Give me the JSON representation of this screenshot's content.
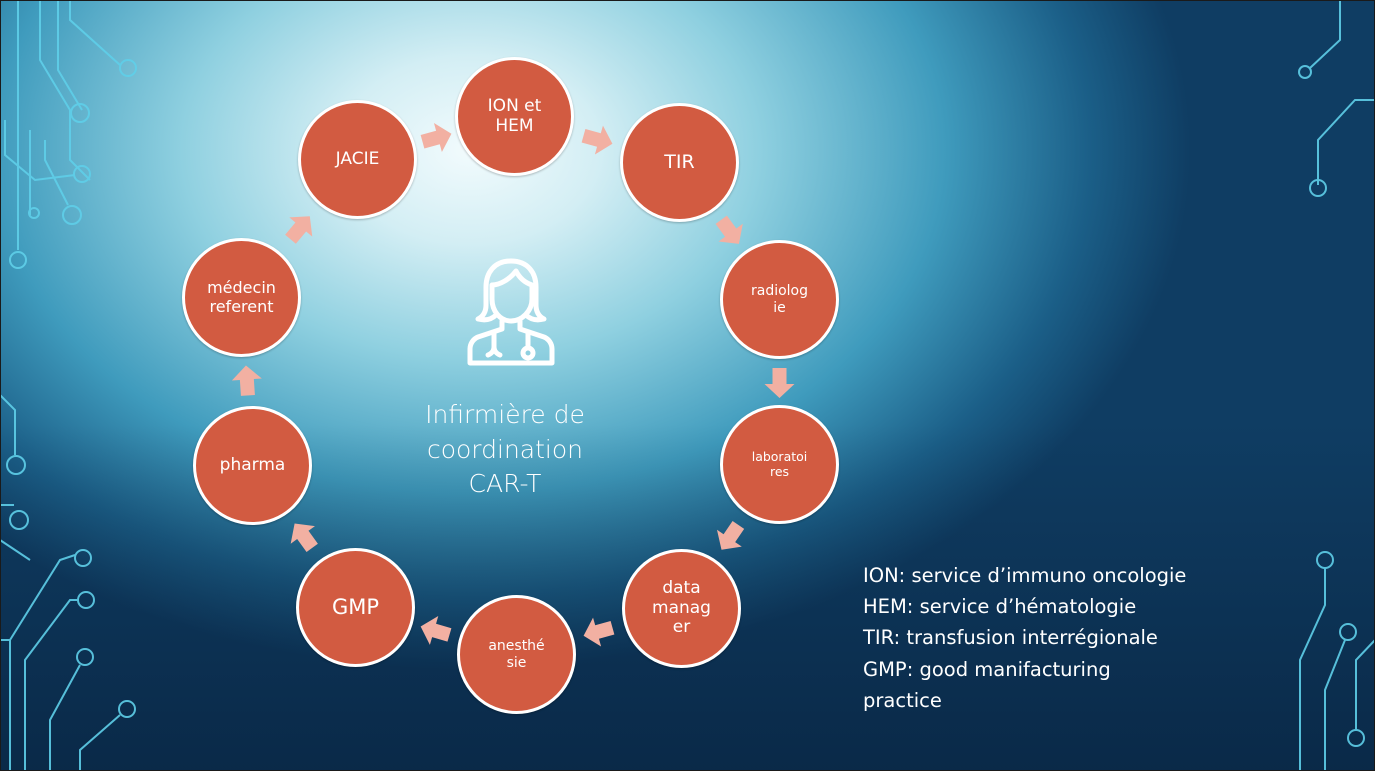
{
  "center": {
    "icon": "nurse-icon",
    "title": "Infirmière de\ncoordination\nCAR-T"
  },
  "nodes": [
    {
      "id": "ion-hem",
      "label": "ION et\nHEM"
    },
    {
      "id": "tir",
      "label": "TIR"
    },
    {
      "id": "radiologie",
      "label": "radiolog\nie"
    },
    {
      "id": "laboratoires",
      "label": "laboratoi\nres"
    },
    {
      "id": "data-manager",
      "label": "data\nmanag\ner"
    },
    {
      "id": "anesthesie",
      "label": "anesthé\nsie"
    },
    {
      "id": "gmp",
      "label": "GMP"
    },
    {
      "id": "pharma",
      "label": "pharma"
    },
    {
      "id": "medecin-referent",
      "label": "médecin\nreferent"
    },
    {
      "id": "jacie",
      "label": "JACIE"
    }
  ],
  "legend": [
    "ION: service d’immuno oncologie",
    "HEM: service d’hématologie",
    "TIR: transfusion interrégionale",
    "GMP: good manifacturing",
    "practice"
  ],
  "colors": {
    "node_fill": "#d25b41",
    "node_border": "#ffffff",
    "arrow": "#f2b0a2",
    "circuit_line": "#6fd6f0",
    "text": "#ffffff"
  }
}
